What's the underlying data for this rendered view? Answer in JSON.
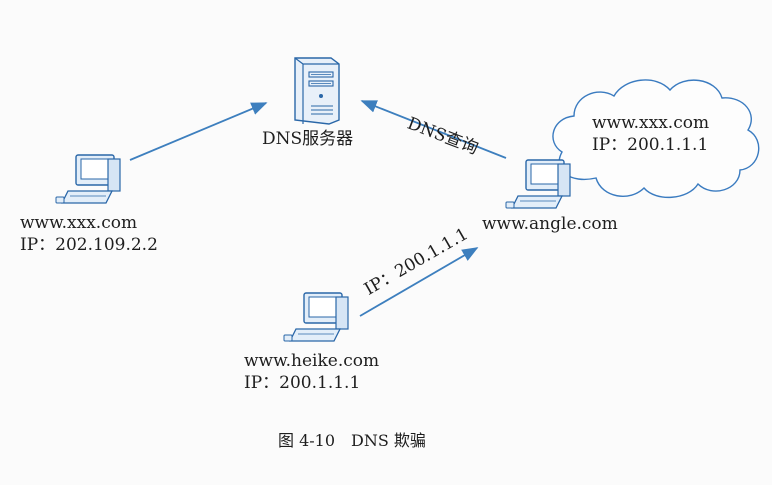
{
  "server": {
    "label": "DNS服务器"
  },
  "query": {
    "label": "DNS查询"
  },
  "spoof": {
    "label": "IP：200.1.1.1"
  },
  "cloud": {
    "line1": "www.xxx.com",
    "line2": "IP：200.1.1.1"
  },
  "node_xxx": {
    "line1": "www.xxx.com",
    "line2": "IP：202.109.2.2"
  },
  "node_angle": {
    "label": "www.angle.com"
  },
  "node_heike": {
    "line1": "www.heike.com",
    "line2": "IP：200.1.1.1"
  },
  "caption": "图 4-10　DNS 欺骗",
  "colors": {
    "arrow": "#3d7fbe",
    "icon_stroke": "#2a67a8",
    "icon_fill": "#e3eef9",
    "cloud_stroke": "#3a7bc0"
  }
}
